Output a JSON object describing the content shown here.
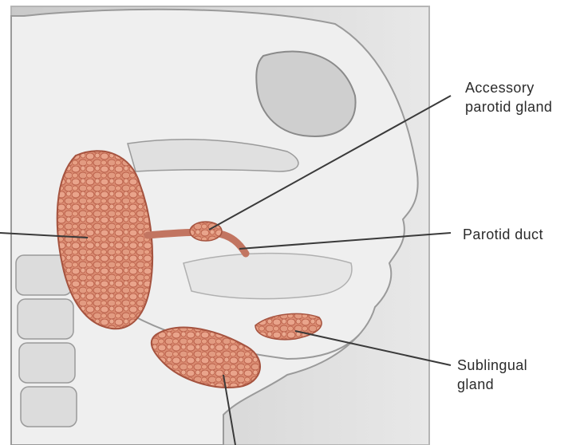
{
  "labels": {
    "accessory_parotid": {
      "line1": "Accessory",
      "line2": "parotid gland"
    },
    "parotid_duct": {
      "line1": "Parotid duct"
    },
    "sublingual": {
      "line1": "Sublingual",
      "line2": "gland"
    }
  },
  "colors": {
    "gland": "#d98a70",
    "gland_dark": "#b9604a",
    "bone": "#d9d9d9",
    "leader": "#3a3a3a"
  }
}
